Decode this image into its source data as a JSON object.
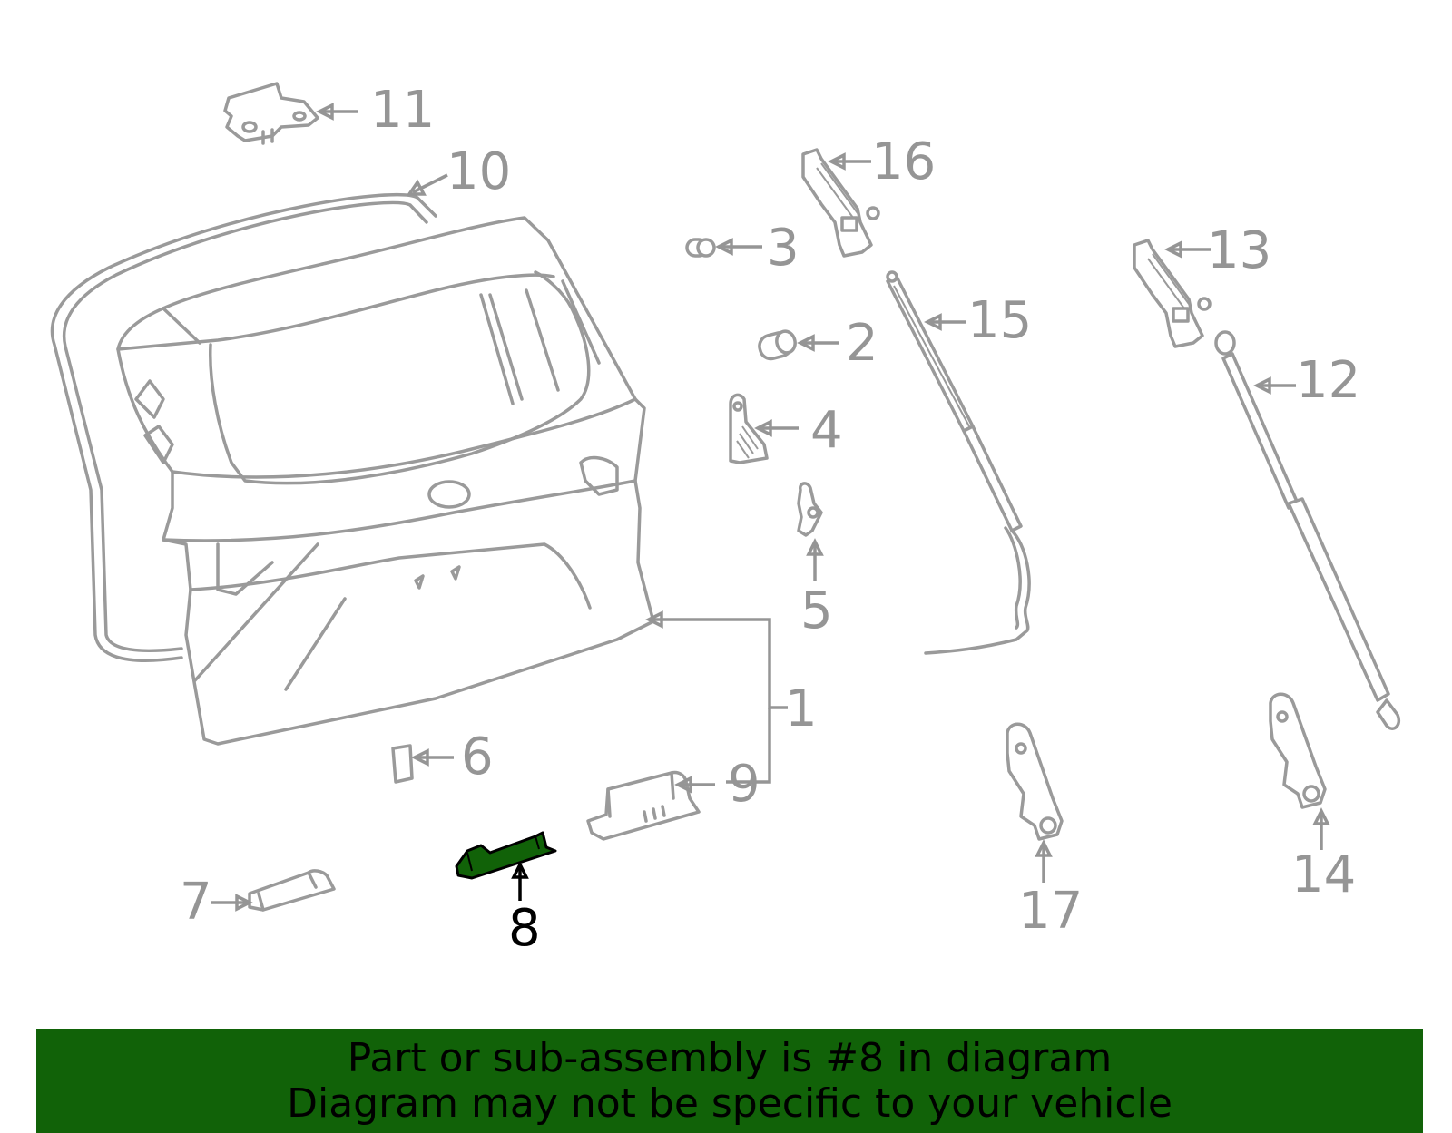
{
  "diagram": {
    "highlight_color": "#116208",
    "callouts": {
      "c1": "1",
      "c2": "2",
      "c3": "3",
      "c4": "4",
      "c5": "5",
      "c6": "6",
      "c7": "7",
      "c8": "8",
      "c9": "9",
      "c10": "10",
      "c11": "11",
      "c12": "12",
      "c13": "13",
      "c14": "14",
      "c15": "15",
      "c16": "16",
      "c17": "17"
    },
    "highlighted_part": "8"
  },
  "banner": {
    "line1": "Part or sub-assembly is #8 in diagram",
    "line2": "Diagram may not be specific to your vehicle",
    "background": "#116208"
  }
}
